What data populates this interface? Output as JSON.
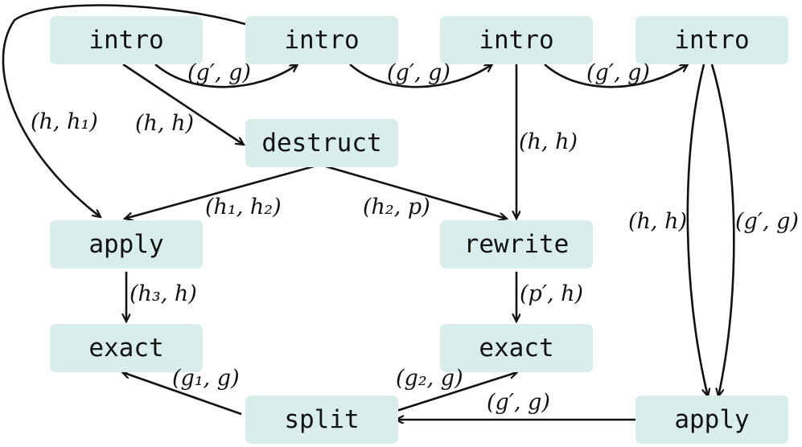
{
  "nodes": {
    "intro_1": "intro",
    "intro_2": "intro",
    "intro_3": "intro",
    "intro_4": "intro",
    "destruct": "destruct",
    "apply_1": "apply",
    "rewrite": "rewrite",
    "exact_1": "exact",
    "exact_2": "exact",
    "split": "split",
    "apply_2": "apply"
  },
  "edges": {
    "intro1_intro2": "(g′, g)",
    "intro2_intro3": "(g′, g)",
    "intro3_intro4": "(g′, g)",
    "intro2_apply1": "(h, h₁)",
    "intro1_destruct": "(h, h)",
    "intro3_rewrite": "(h, h)",
    "destruct_apply1": "(h₁, h₂)",
    "destruct_rewrite": "(h₂, p)",
    "intro4_apply2_h": "(h, h)",
    "intro4_apply2_g": "(g′, g)",
    "apply1_exact1": "(h₃, h)",
    "rewrite_exact2": "(p′, h)",
    "split_exact1": "(g₁, g)",
    "split_exact2": "(g₂, g)",
    "apply2_split": "(g′, g)"
  },
  "colors": {
    "node_fill": "#d9eded",
    "edge": "#111111"
  }
}
